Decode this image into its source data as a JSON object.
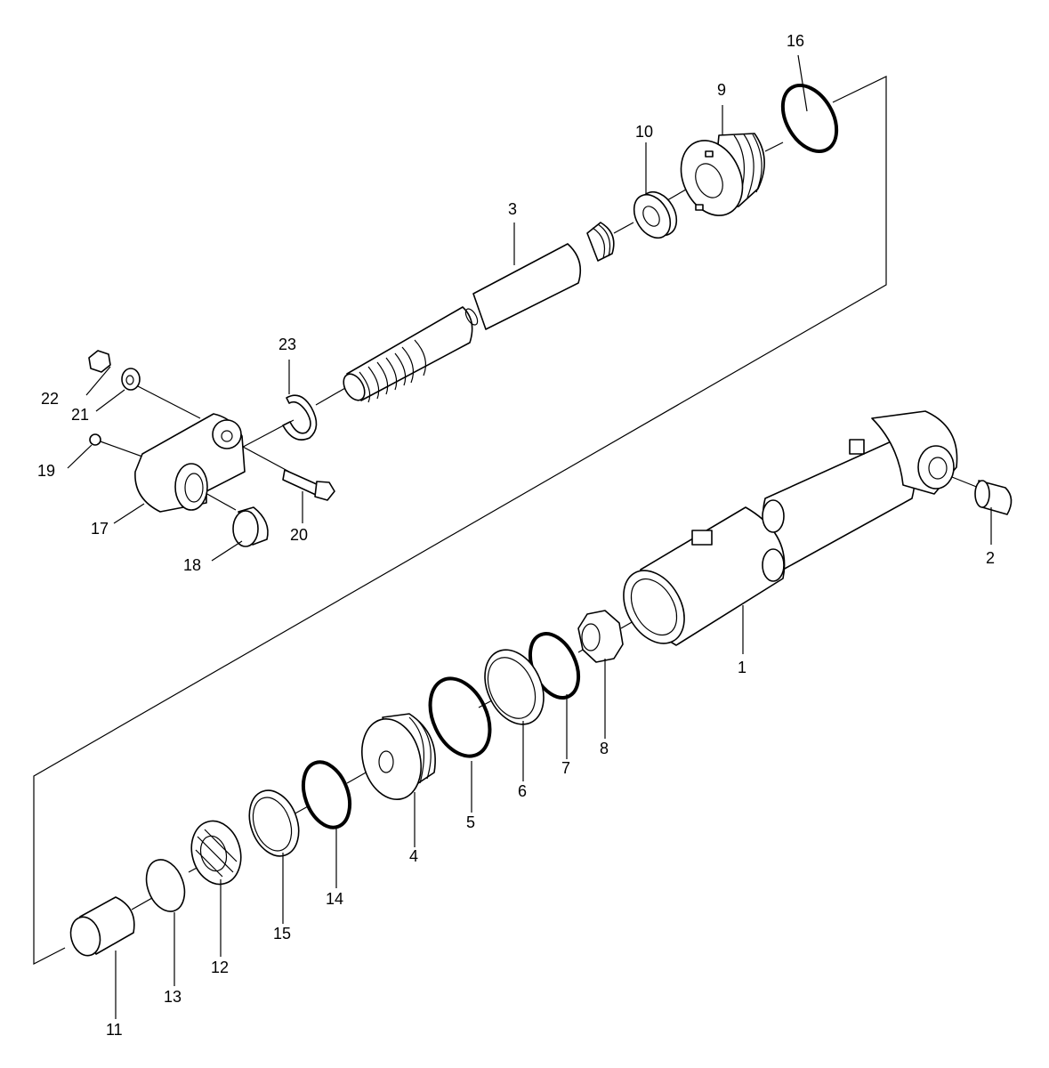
{
  "diagram": {
    "callouts": [
      {
        "id": "p1",
        "label": "1"
      },
      {
        "id": "p2",
        "label": "2"
      },
      {
        "id": "p3",
        "label": "3"
      },
      {
        "id": "p4",
        "label": "4"
      },
      {
        "id": "p5",
        "label": "5"
      },
      {
        "id": "p6",
        "label": "6"
      },
      {
        "id": "p7",
        "label": "7"
      },
      {
        "id": "p8",
        "label": "8"
      },
      {
        "id": "p9",
        "label": "9"
      },
      {
        "id": "p10",
        "label": "10"
      },
      {
        "id": "p11",
        "label": "11"
      },
      {
        "id": "p12",
        "label": "12"
      },
      {
        "id": "p13",
        "label": "13"
      },
      {
        "id": "p14",
        "label": "14"
      },
      {
        "id": "p15",
        "label": "15"
      },
      {
        "id": "p16",
        "label": "16"
      },
      {
        "id": "p17",
        "label": "17"
      },
      {
        "id": "p18",
        "label": "18"
      },
      {
        "id": "p19",
        "label": "19"
      },
      {
        "id": "p20",
        "label": "20"
      },
      {
        "id": "p21",
        "label": "21"
      },
      {
        "id": "p22",
        "label": "22"
      },
      {
        "id": "p23",
        "label": "23"
      }
    ]
  }
}
